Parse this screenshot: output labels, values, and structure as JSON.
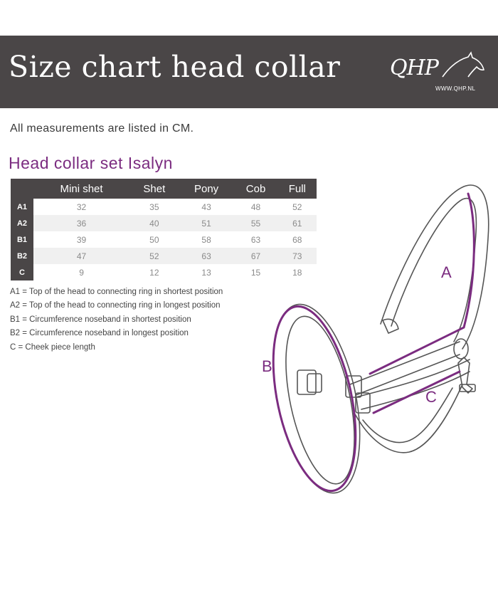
{
  "header": {
    "title": "Size chart head collar",
    "logo_text": "QHP",
    "logo_url": "WWW.QHP.NL"
  },
  "note": "All measurements are listed in CM.",
  "section_title": "Head collar set Isalyn",
  "table": {
    "columns": [
      "Mini shet",
      "Shet",
      "Pony",
      "Cob",
      "Full"
    ],
    "rows": [
      {
        "label": "A1",
        "values": [
          "32",
          "35",
          "43",
          "48",
          "52"
        ]
      },
      {
        "label": "A2",
        "values": [
          "36",
          "40",
          "51",
          "55",
          "61"
        ]
      },
      {
        "label": "B1",
        "values": [
          "39",
          "50",
          "58",
          "63",
          "68"
        ]
      },
      {
        "label": "B2",
        "values": [
          "47",
          "52",
          "63",
          "67",
          "73"
        ]
      },
      {
        "label": "C",
        "values": [
          "9",
          "12",
          "13",
          "15",
          "18"
        ]
      }
    ]
  },
  "legend": [
    "A1  = Top of the head to connecting ring in shortest position",
    "A2  = Top of the head to connecting ring in longest position",
    "B1  = Circumference noseband in shortest position",
    "B2  = Circumference noseband in longest position",
    "C   = Cheek piece length"
  ],
  "diagram": {
    "labels": {
      "a": "A",
      "b": "B",
      "c": "C"
    },
    "accent_color": "#7b2c80",
    "line_color": "#555555"
  },
  "colors": {
    "header_bg": "#4a4647",
    "accent": "#7b2c80"
  }
}
